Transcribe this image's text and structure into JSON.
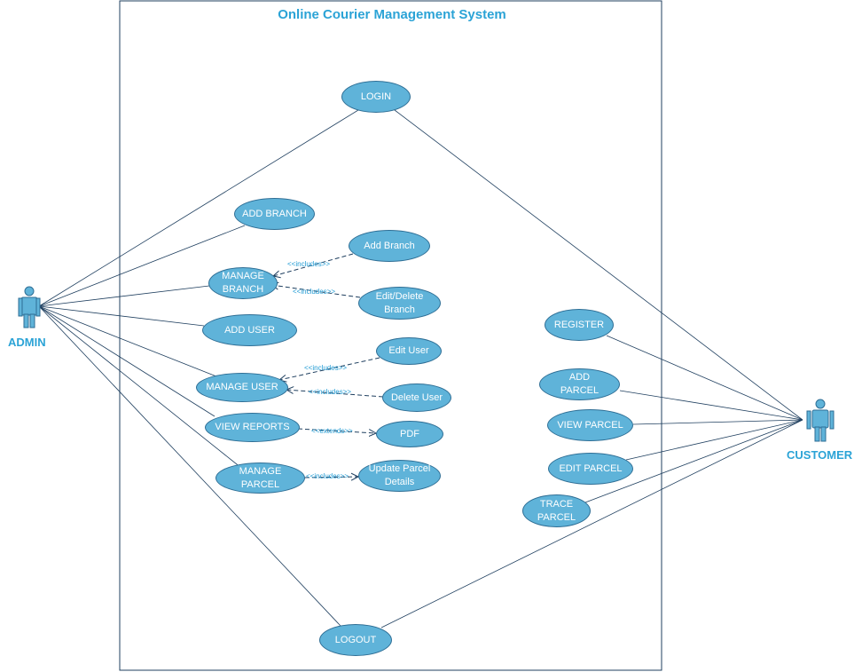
{
  "system": {
    "title": "Online Courier Management System"
  },
  "actors": {
    "admin": "ADMIN",
    "customer": "CUSTOMER"
  },
  "use_cases": {
    "login": "LOGIN",
    "add_branch_admin": "ADD BRANCH",
    "manage_branch": "MANAGE\nBRANCH",
    "add_branch": "Add Branch",
    "edit_delete_branch": "Edit/Delete\nBranch",
    "add_user": "ADD USER",
    "manage_user": "MANAGE USER",
    "edit_user": "Edit User",
    "delete_user": "Delete User",
    "view_reports": "VIEW REPORTS",
    "pdf": "PDF",
    "manage_parcel": "MANAGE\nPARCEL",
    "update_parcel_details": "Update Parcel\nDetails",
    "logout": "LOGOUT",
    "register": "REGISTER",
    "add_parcel": "ADD\nPARCEL",
    "view_parcel": "VIEW PARCEL",
    "edit_parcel": "EDIT PARCEL",
    "trace_parcel": "TRACE\nPARCEL"
  },
  "relations": {
    "branch_add_includes": "<<includes>>",
    "branch_edit_includes": "<<includes>>",
    "user_edit_includes": "<<includes>>",
    "user_delete_includes": "<<includes>>",
    "reports_pdf_extends": "<<extends>>",
    "parcel_update_includes": "<<includes>>"
  },
  "colors": {
    "use_case_fill": "#5fb3d9",
    "use_case_border": "#2e6e95",
    "accent_text": "#2ba3d6",
    "lines": "#1f3f5f"
  }
}
